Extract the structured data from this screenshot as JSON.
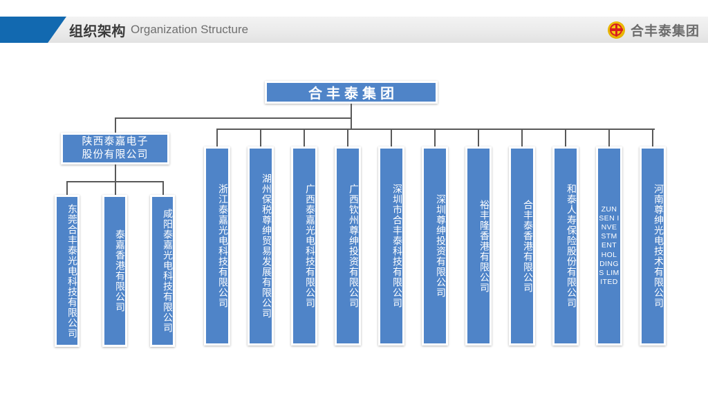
{
  "header": {
    "title_cn": "组织架构",
    "title_en": "Organization Structure",
    "accent_color": "#1269b0",
    "band_color": "#ececec",
    "brand": {
      "name": "合丰泰集团",
      "logo_icon": "company-emblem-icon",
      "logo_colors": [
        "#f3c50d",
        "#d81f20"
      ]
    }
  },
  "chart": {
    "node_fill": "#4f84c8",
    "node_border": "#ffffff",
    "connector_color": "#585858",
    "root": {
      "label": "合丰泰集团"
    },
    "branch_left": {
      "label": "陕西泰嘉电子\n股份有限公司",
      "line1": "陕西泰嘉电子",
      "line2": "股份有限公司",
      "children": [
        {
          "label": "东莞合丰泰光电科技有限公司"
        },
        {
          "label": "泰嘉香港有限公司"
        },
        {
          "label": "咸阳泰嘉光电科技有限公司"
        }
      ]
    },
    "branch_right": {
      "children": [
        {
          "label": "浙江泰嘉光电科技有限公司",
          "script": "cjk"
        },
        {
          "label": "湖州保税尊绅贸易发展有限公司",
          "script": "cjk"
        },
        {
          "label": "广西泰嘉光电科技有限公司",
          "script": "cjk"
        },
        {
          "label": "广西钦州尊绅投资有限公司",
          "script": "cjk"
        },
        {
          "label": "深圳市合丰泰科技有限公司",
          "script": "cjk"
        },
        {
          "label": "深圳尊绅投资有限公司",
          "script": "cjk"
        },
        {
          "label": "裕丰隆香港有限公司",
          "script": "cjk"
        },
        {
          "label": "合丰泰香港有限公司",
          "script": "cjk"
        },
        {
          "label": "和泰人寿保险股份有限公司",
          "script": "cjk"
        },
        {
          "label": "ZUNSEN INVESTMENT HOLDINGS LIMITED",
          "script": "latin"
        },
        {
          "label": "河南尊绅光电技术有限公司",
          "script": "cjk"
        }
      ]
    }
  }
}
